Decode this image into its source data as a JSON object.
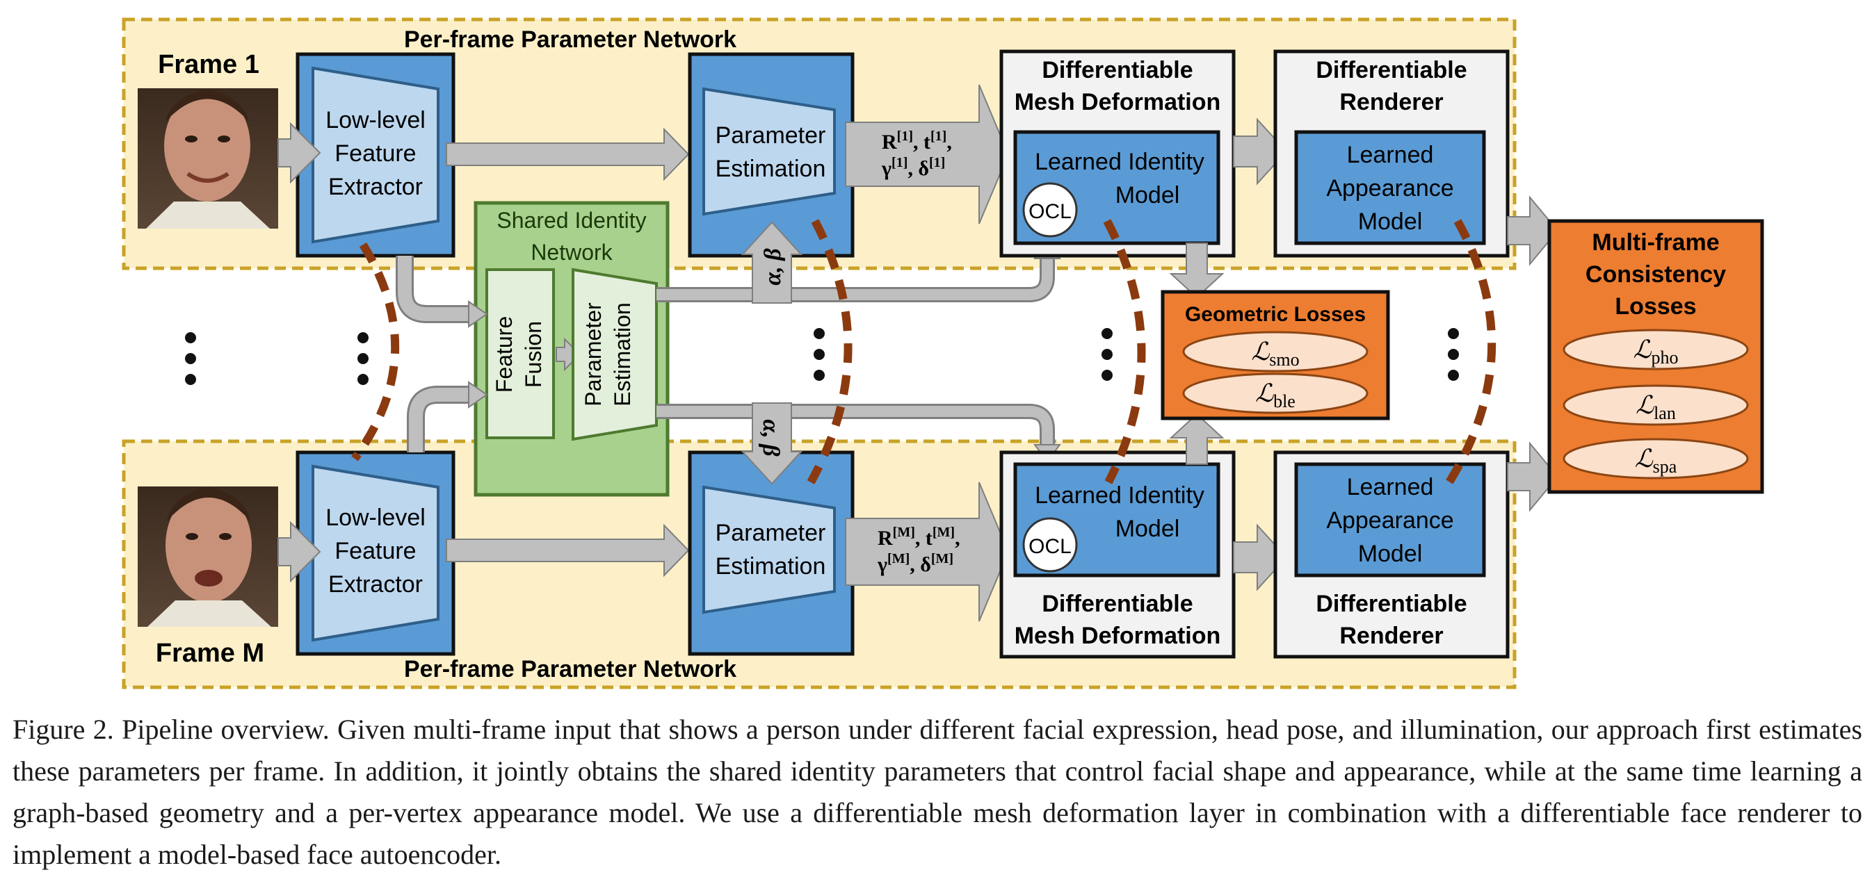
{
  "colors": {
    "per_frame_bg": "#fdf0c8",
    "per_frame_border": "#c9a227",
    "network_blue": "#5a9bd5",
    "light_blue": "#bdd7ee",
    "shared_green": "#a9d18e",
    "shared_green_light": "#e2efda",
    "orange": "#ed7d31",
    "loss_pill": "#fbe0cc",
    "grey_box": "#f2f2f2",
    "arrow_grey": "#bfbfbf",
    "dashed_brown": "#8b3a0f"
  },
  "diagram": {
    "top_network_label": "Per-frame Parameter Network",
    "bottom_network_label": "Per-frame Parameter Network",
    "frame_1_label": "Frame 1",
    "frame_m_label": "Frame M",
    "feature_extractor": [
      "Low-level",
      "Feature",
      "Extractor"
    ],
    "parameter_estimation": [
      "Parameter",
      "Estimation"
    ],
    "shared_identity": [
      "Shared Identity",
      "Network"
    ],
    "feature_fusion": [
      "Feature",
      "Fusion"
    ],
    "shared_param_est": [
      "Parameter",
      "Estimation"
    ],
    "mesh_deformation": [
      "Differentiable",
      "Mesh Deformation"
    ],
    "learned_identity": [
      "Learned Identity",
      "Model"
    ],
    "ocl": "OCL",
    "renderer": [
      "Differentiable",
      "Renderer"
    ],
    "learned_appearance": [
      "Learned",
      "Appearance",
      "Model"
    ],
    "geometric_losses_title": "Geometric Losses",
    "geometric_losses": [
      {
        "symbol": "ℒ",
        "sub": "smo"
      },
      {
        "symbol": "ℒ",
        "sub": "ble"
      }
    ],
    "multi_frame_title": [
      "Multi-frame",
      "Consistency",
      "Losses"
    ],
    "multi_frame_losses": [
      {
        "symbol": "ℒ",
        "sub": "pho"
      },
      {
        "symbol": "ℒ",
        "sub": "lan"
      },
      {
        "symbol": "ℒ",
        "sub": "spa"
      }
    ],
    "params_frame_1": {
      "line1": [
        {
          "b": "R",
          "sup": "[1]"
        },
        {
          "b": "t",
          "sup": "[1]"
        }
      ],
      "line2": [
        {
          "b": "γ",
          "sup": "[1]"
        },
        {
          "b": "δ",
          "sup": "[1]"
        }
      ]
    },
    "params_frame_m": {
      "line1": [
        {
          "b": "R",
          "sup": "[M]"
        },
        {
          "b": "t",
          "sup": "[M]"
        }
      ],
      "line2": [
        {
          "b": "γ",
          "sup": "[M]"
        },
        {
          "b": "δ",
          "sup": "[M]"
        }
      ]
    },
    "alpha_beta": "α, β"
  },
  "caption": "Figure 2. Pipeline overview. Given multi-frame input that shows a person under different facial expression, head pose, and illumination, our approach first estimates these parameters per frame. In addition, it jointly obtains the shared identity parameters that control facial shape and appearance, while at the same time learning a graph-based geometry and a per-vertex appearance model. We use a differentiable mesh deformation layer in combination with a differentiable face renderer to implement a model-based face autoencoder."
}
